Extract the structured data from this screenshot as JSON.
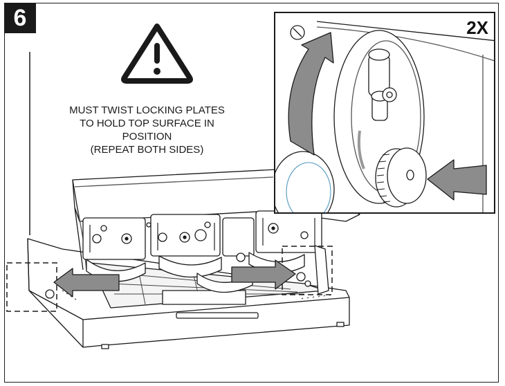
{
  "step": {
    "number": "6"
  },
  "warning": {
    "icon": "warning-triangle-icon",
    "lines": [
      "MUST TWIST LOCKING PLATES",
      "TO HOLD TOP SURFACE IN",
      "POSITION",
      "(REPEAT BOTH SIDES)"
    ]
  },
  "detail": {
    "multiplier": "2X"
  },
  "colors": {
    "arrow_fill": "#8c8c8c",
    "line": "#1a1a1a",
    "badge": "#1a1a1a"
  }
}
